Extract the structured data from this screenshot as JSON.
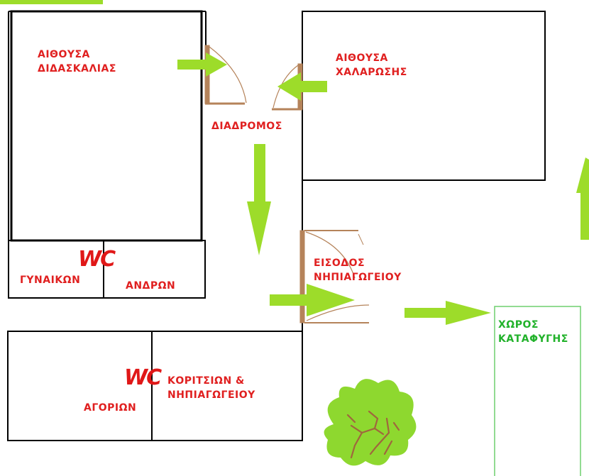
{
  "rooms": {
    "classroom": "ΑΙΘΟΥΣΑ\nΔΙΔΑΣΚΑΛΙΑΣ",
    "relax_room": "ΑΙΘΟΥΣΑ\nΧΑΛΑΡΩΣΗΣ",
    "corridor": "ΔΙΑΔΡΟΜΟΣ",
    "women": "ΓΥΝΑΙΚΩΝ",
    "men": "ΑΝΔΡΩΝ",
    "boys": "ΑΓΟΡΙΩΝ",
    "girls_kindergarten": "ΚΟΡΙΤΣΙΩΝ &\nΝΗΠΙΑΓΩΓΕΙΟΥ",
    "entrance": "ΕΙΣΟΔΟΣ\nΝΗΠΙΑΓΩΓΕΙΟΥ",
    "shelter": "ΧΩΡΟΣ\nΚΑΤΑΦΥΓΗΣ"
  },
  "wc_label": "WC",
  "colors": {
    "label_red": "#e02020",
    "shelter_green": "#22b22b",
    "arrow_green": "#9ddc2a",
    "door_brown": "#b5835a",
    "wall": "#000000",
    "bush": "#8ed82f"
  }
}
